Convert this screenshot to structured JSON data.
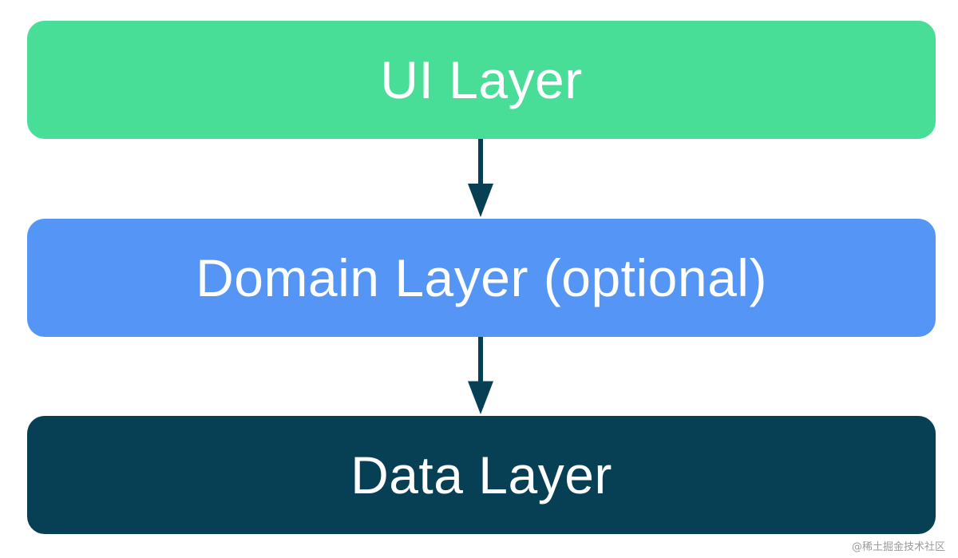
{
  "colors": {
    "ui_layer": "#48DE98",
    "domain_layer": "#5595F6",
    "data_layer": "#073F54",
    "arrow": "#073F54"
  },
  "layers": [
    {
      "label": "UI Layer"
    },
    {
      "label": "Domain Layer (optional)"
    },
    {
      "label": "Data Layer"
    }
  ],
  "arrows": [
    {
      "icon": "arrow-down-icon"
    },
    {
      "icon": "arrow-down-icon"
    }
  ],
  "watermark": "@稀土掘金技术社区"
}
